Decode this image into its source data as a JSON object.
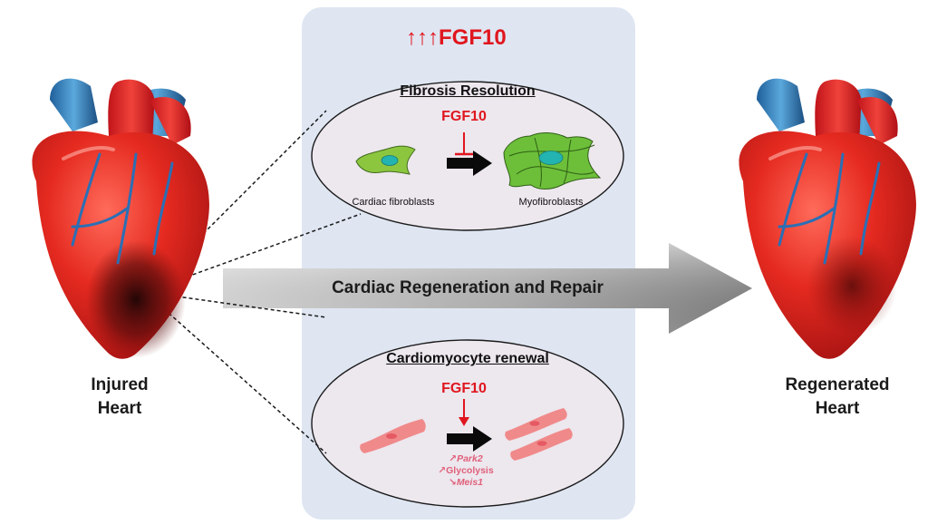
{
  "center_title": {
    "arrows": "↑↑↑",
    "text": "FGF10"
  },
  "left_heart": {
    "line1": "Injured",
    "line2": "Heart"
  },
  "right_heart": {
    "line1": "Regenerated",
    "line2": "Heart"
  },
  "main_arrow": {
    "label": "Cardiac Regeneration and Repair"
  },
  "fibrosis": {
    "title": "Fibrosis Resolution",
    "factor": "FGF10",
    "from_cell": "Cardiac fibroblasts",
    "to_cell": "Myofibroblasts"
  },
  "renewal": {
    "title": "Cardiomyocyte renewal",
    "factor": "FGF10",
    "effects": [
      {
        "symbol": "↗",
        "text": "Park2"
      },
      {
        "symbol": "↗",
        "text": "Glycolysis"
      },
      {
        "symbol": "↘",
        "text": "Meis1"
      }
    ]
  },
  "colors": {
    "panel": "#dfe6f2",
    "ellipse": "#ede7ee",
    "red": "#e0161e",
    "fibroblast": "#8cc63f",
    "cardiomyocyte": "#f08a8a"
  }
}
